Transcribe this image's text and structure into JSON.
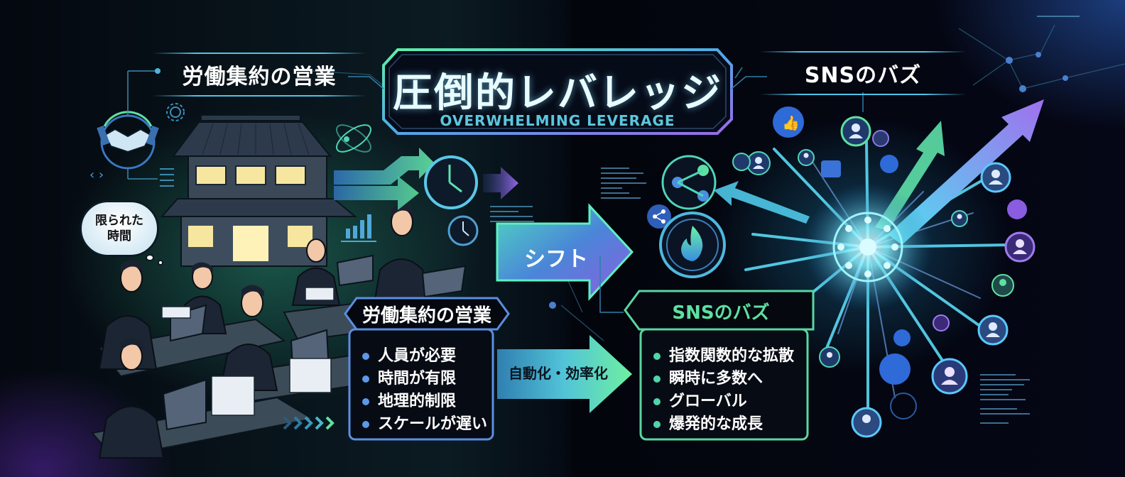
{
  "title": {
    "main": "圧倒的レバレッジ",
    "subtitle": "OVERWHELMING LEVERAGE"
  },
  "left": {
    "header": "労働集約の営業",
    "thought_bubble": [
      "限られた",
      "時間"
    ],
    "panel": {
      "title": "労働集約の営業",
      "items": [
        "人員が必要",
        "時間が有限",
        "地理的制限",
        "スケールが遅い"
      ]
    },
    "icons": [
      "handshake-icon",
      "gear-icon",
      "code-brackets-icon",
      "document-list-icon",
      "clock-icon",
      "bar-chart-icon",
      "office-building-illustration",
      "office-workers-illustration",
      "chevrons-icon"
    ]
  },
  "right": {
    "header": "SNSのバズ",
    "panel": {
      "title": "SNSのバズ",
      "items": [
        "指数関数的な拡散",
        "瞬時に多数へ",
        "グローバル",
        "爆発的な成長"
      ]
    },
    "icons": [
      "share-icon",
      "fire-icon",
      "like-icon",
      "user-avatar-icon",
      "network-hub-icon",
      "growth-arrow-icon"
    ]
  },
  "arrows": {
    "shift": "シフト",
    "automation": "自動化・効率化"
  },
  "colors": {
    "left_accent": "#4f8fe0",
    "right_accent": "#4fd69a",
    "purple_accent": "#8a5ce0",
    "cyan_glow": "#5fe4ff",
    "background": "#03060d"
  }
}
